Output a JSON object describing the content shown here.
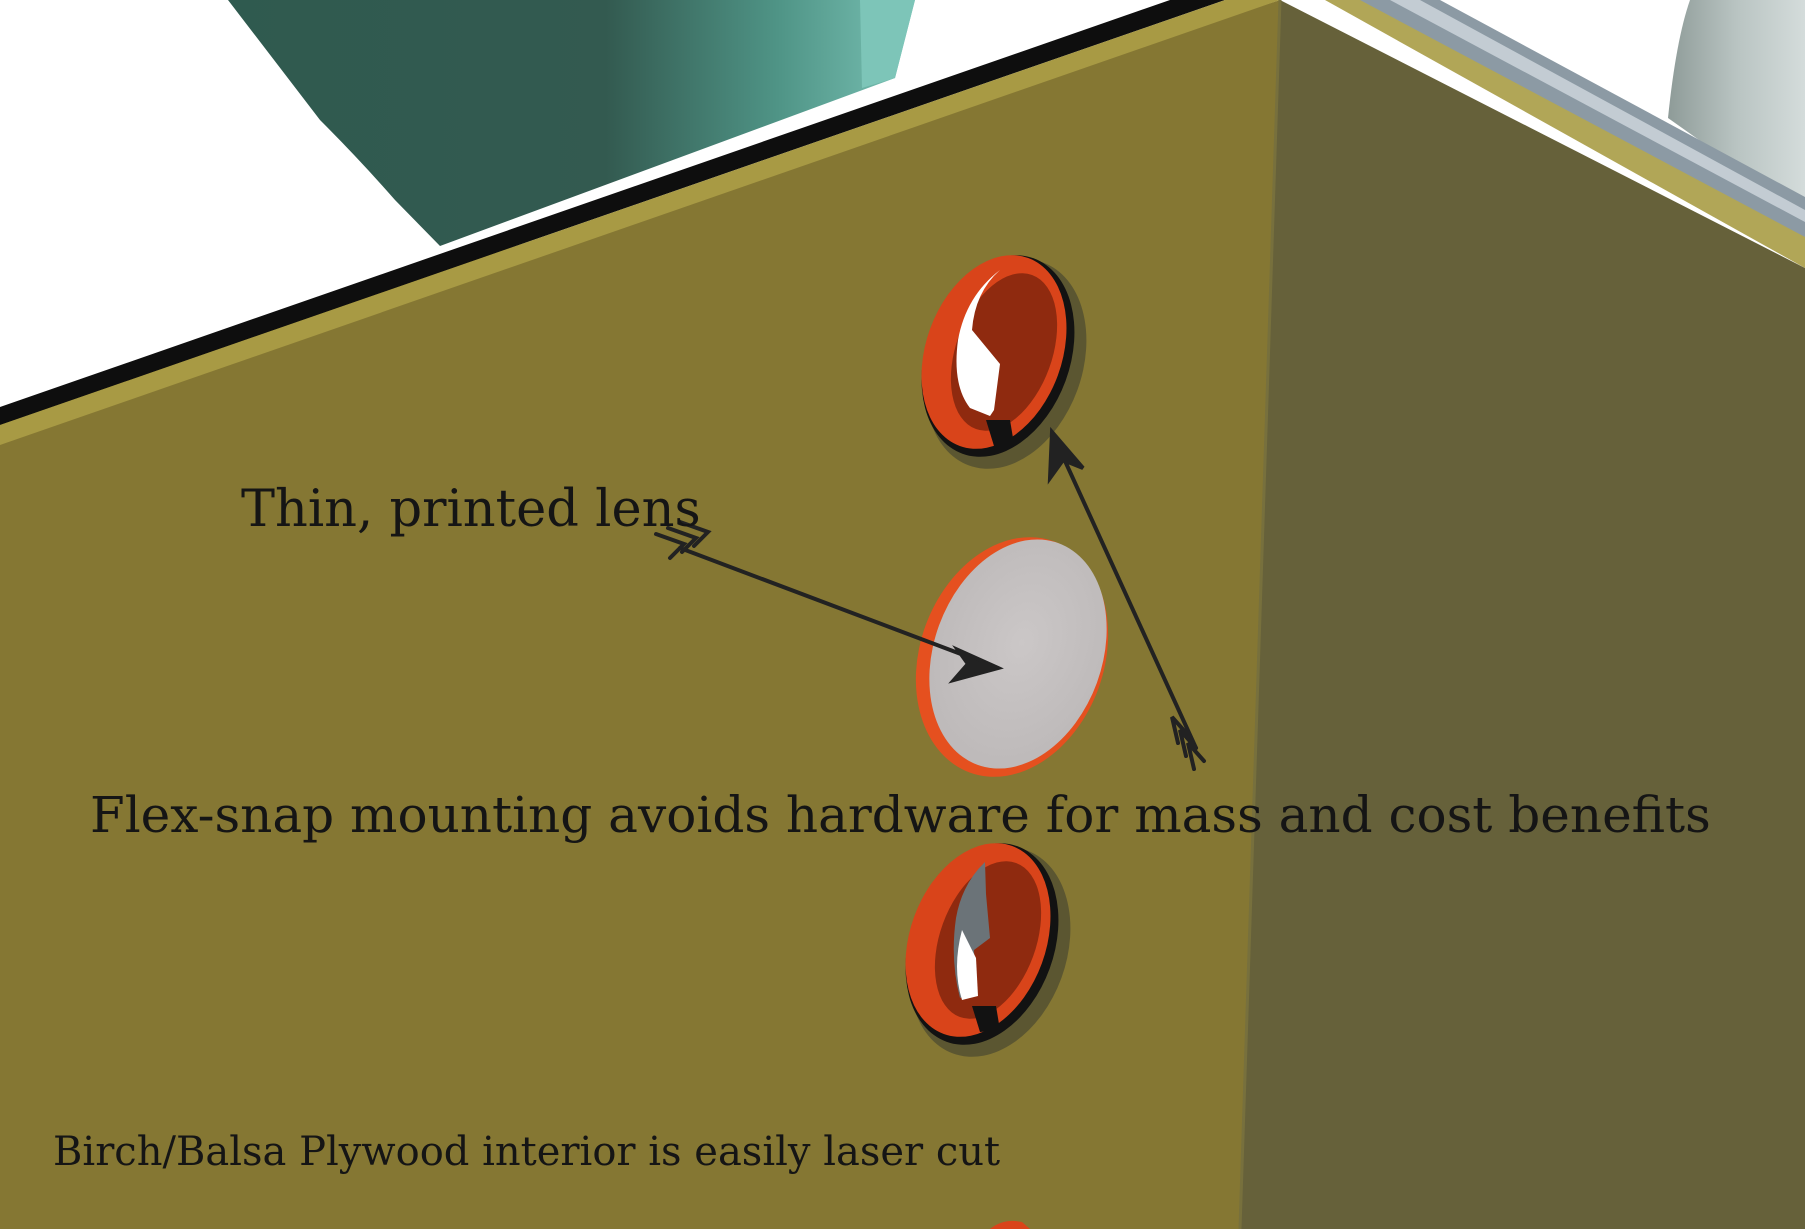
{
  "annotations": {
    "lens": "Thin, printed lens",
    "flex_snap": "Flex-snap mounting avoids hardware for mass and cost benefits",
    "plywood": "Birch/Balsa Plywood interior is easily laser cut"
  },
  "components": {
    "panel_front": "wooden-panel",
    "panel_side": "wooden-panel-shaded",
    "mounts": [
      "snap-ring-mount",
      "printed-lens-disc",
      "snap-ring-mount"
    ],
    "background_parts": [
      "teal-component",
      "aluminum-frame",
      "grey-cylinder"
    ]
  },
  "colors": {
    "wood_front": "#857733",
    "wood_side": "#66613a",
    "wood_edge_light": "#b1a657",
    "panel_top_edge": "#0e0e0e",
    "teal": "#335a50",
    "teal_light": "#66b8aa",
    "orange": "#d9441a",
    "orange_dark": "#8f2a0f",
    "lens_fill": "#c6c2c2",
    "arrow": "#222222",
    "text": "#151515"
  }
}
